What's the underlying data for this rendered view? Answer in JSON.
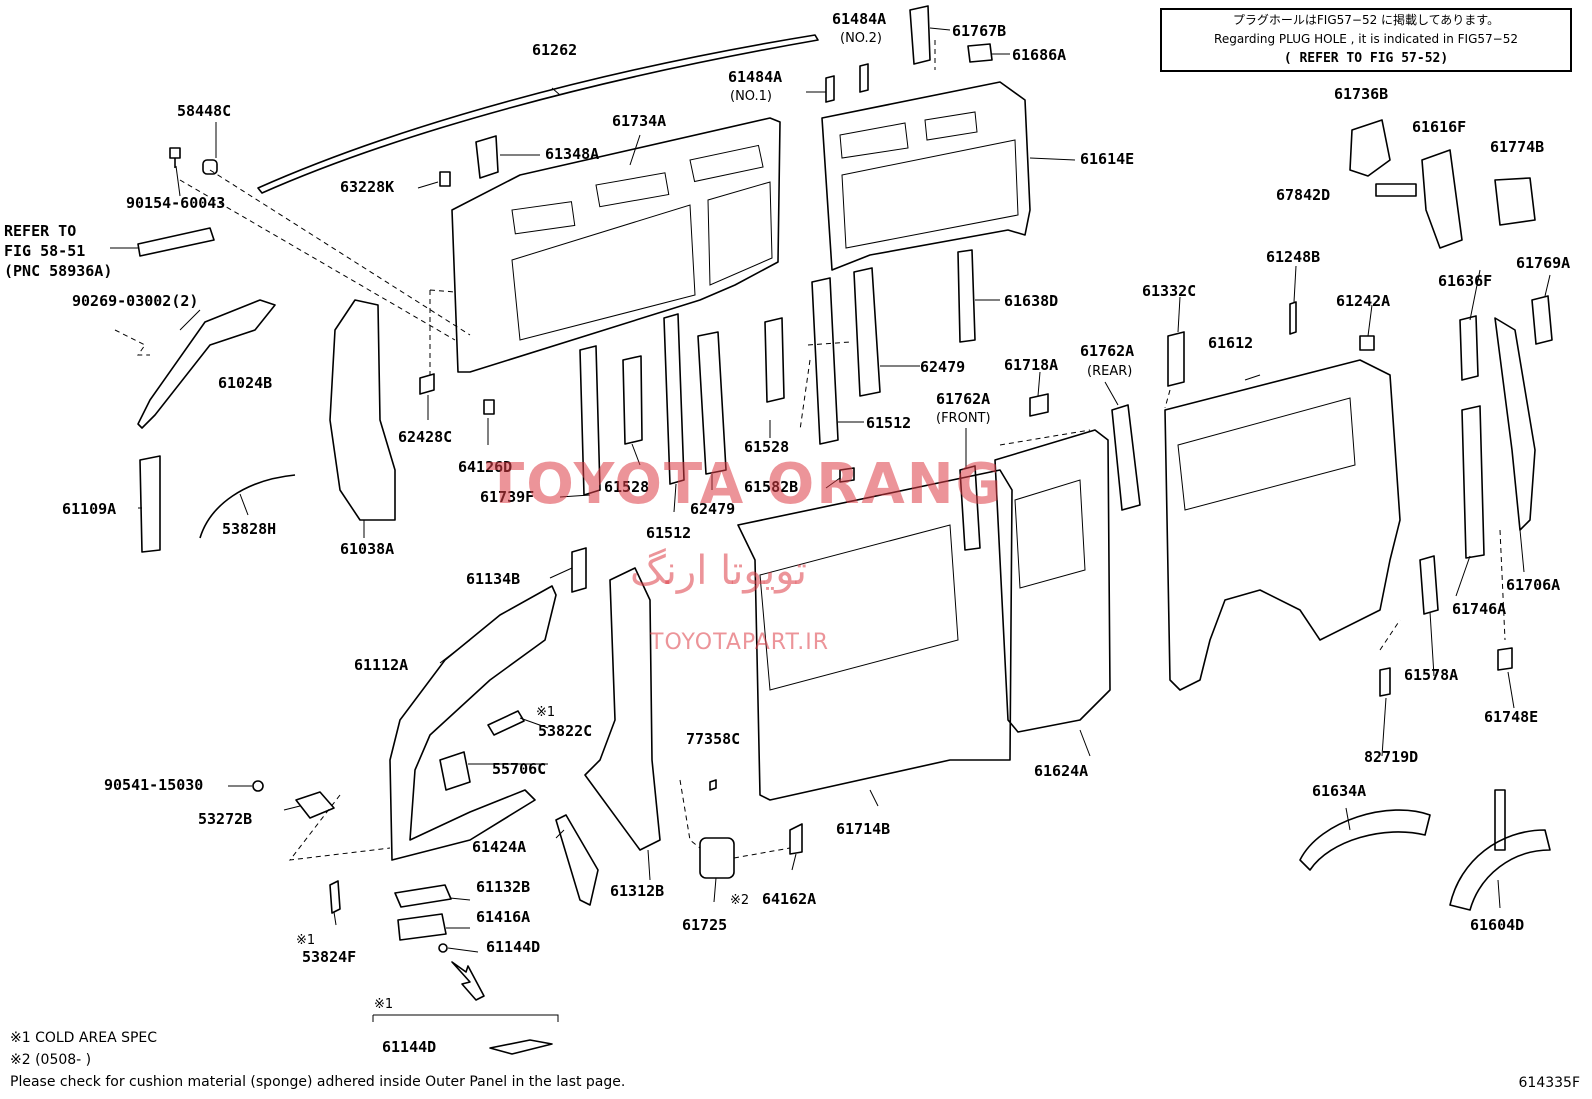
{
  "note_box": {
    "line1": "プラグホールはFIG57−52 に掲載してあります。",
    "line2": "Regarding PLUG HOLE , it is indicated in FIG57−52",
    "line3": "( REFER TO FIG 57-52)"
  },
  "refer_note": [
    "REFER TO",
    "FIG 58-51",
    "(PNC 58936A)"
  ],
  "watermark": {
    "main": "TOYOTA ORANG",
    "persian": "تویوتا ارنگ",
    "site": "TOYOTAPART.IR",
    "color": "#dc3c46"
  },
  "callouts": [
    "61484A",
    "(NO.2)",
    "61767B",
    "61686A",
    "61262",
    "61484A",
    "(NO.1)",
    "58448C",
    "61734A",
    "61348A",
    "61614E",
    "63228K",
    "90154-60043",
    "61736B",
    "61616F",
    "61774B",
    "67842D",
    "90269-03002(2)",
    "61024B",
    "61638D",
    "62479",
    "61248B",
    "61769A",
    "61332C",
    "61242A",
    "61636F",
    "61612",
    "61762A",
    "(REAR)",
    "61718A",
    "61762A",
    "(FRONT)",
    "61512",
    "62428C",
    "64126D",
    "61528",
    "61109A",
    "53828H",
    "61739F",
    "61528",
    "62479",
    "61512",
    "61582B",
    "61038A",
    "61134B",
    "61706A",
    "61746A",
    "61578A",
    "61112A",
    "※1",
    "53822C",
    "77358C",
    "61748E",
    "55706C",
    "82719D",
    "90541-15030",
    "53272B",
    "61624A",
    "61714B",
    "61424A",
    "61312B",
    "61634A",
    "61132B",
    "※2",
    "64162A",
    "61416A",
    "61725",
    "61604D",
    "61144D",
    "※1",
    "53824F",
    "※1",
    "61144D"
  ],
  "footnotes": [
    "※1 COLD AREA SPEC",
    "※2 (0508-        )",
    "Please check for cushion material (sponge) adhered inside Outer Panel in the last page."
  ],
  "figure_number": "614335F"
}
